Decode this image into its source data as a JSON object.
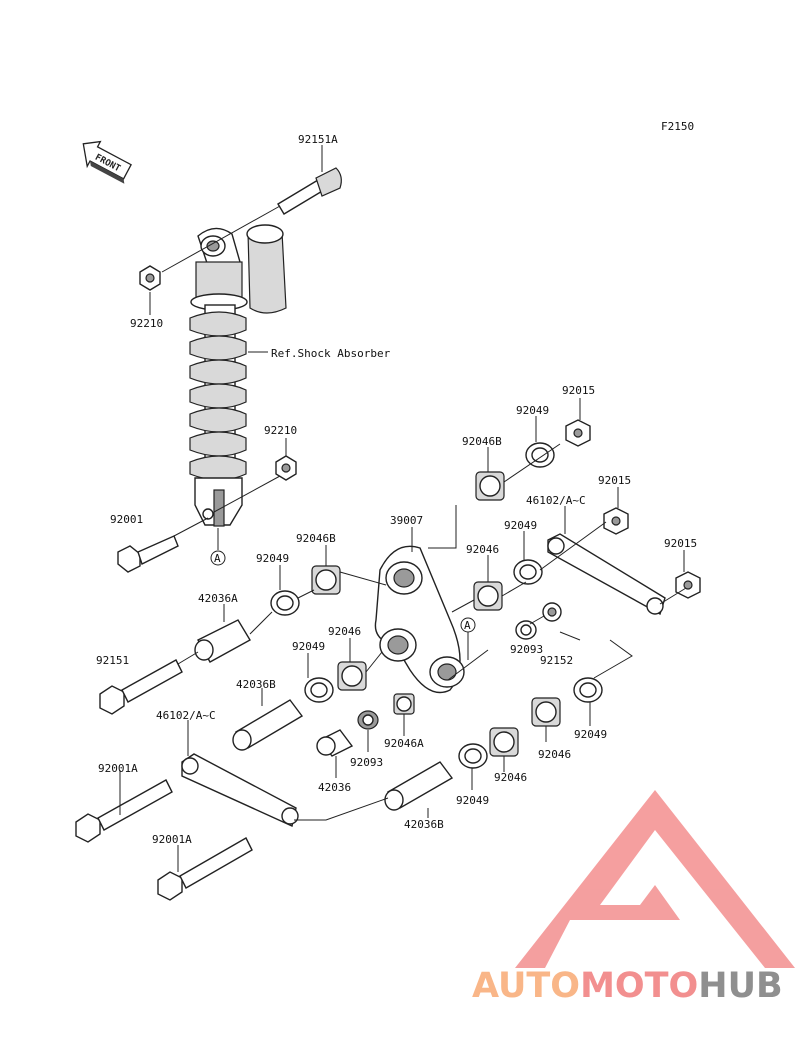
{
  "figure_code": "F2150",
  "front_marker": "FRONT",
  "ref_label": "Ref.Shock Absorber",
  "callout_a": "A",
  "labels": {
    "p92151A": "92151A",
    "p92210_top": "92210",
    "p92210_mid": "92210",
    "p92001": "92001",
    "p92015_a": "92015",
    "p92015_b": "92015",
    "p92015_c": "92015",
    "p92049_a": "92049",
    "p92049_b": "92049",
    "p92049_c": "92049",
    "p92049_d": "92049",
    "p92049_e": "92049",
    "p92049_f": "92049",
    "p92046B_a": "92046B",
    "p92046B_b": "92046B",
    "p39007": "39007",
    "p46102_a": "46102/A~C",
    "p46102_b": "46102/A~C",
    "p92046_a": "92046",
    "p92046_b": "92046",
    "p92046_c": "92046",
    "p92046_d": "92046",
    "p42036A": "42036A",
    "p92151": "92151",
    "p92093_a": "92093",
    "p92093_b": "92093",
    "p92152": "92152",
    "p42036B_a": "42036B",
    "p42036B_b": "42036B",
    "p92046A": "92046A",
    "p42036": "42036",
    "p92001A_a": "92001A",
    "p92001A_b": "92001A"
  },
  "watermark": {
    "part1": "AUTO",
    "part2": "MOTO",
    "part3": "HUB",
    "color_orange": "#f9b382",
    "color_red": "#f28a8a",
    "color_gray": "#8a8a8a",
    "color_triangle": "#f49a9a"
  }
}
